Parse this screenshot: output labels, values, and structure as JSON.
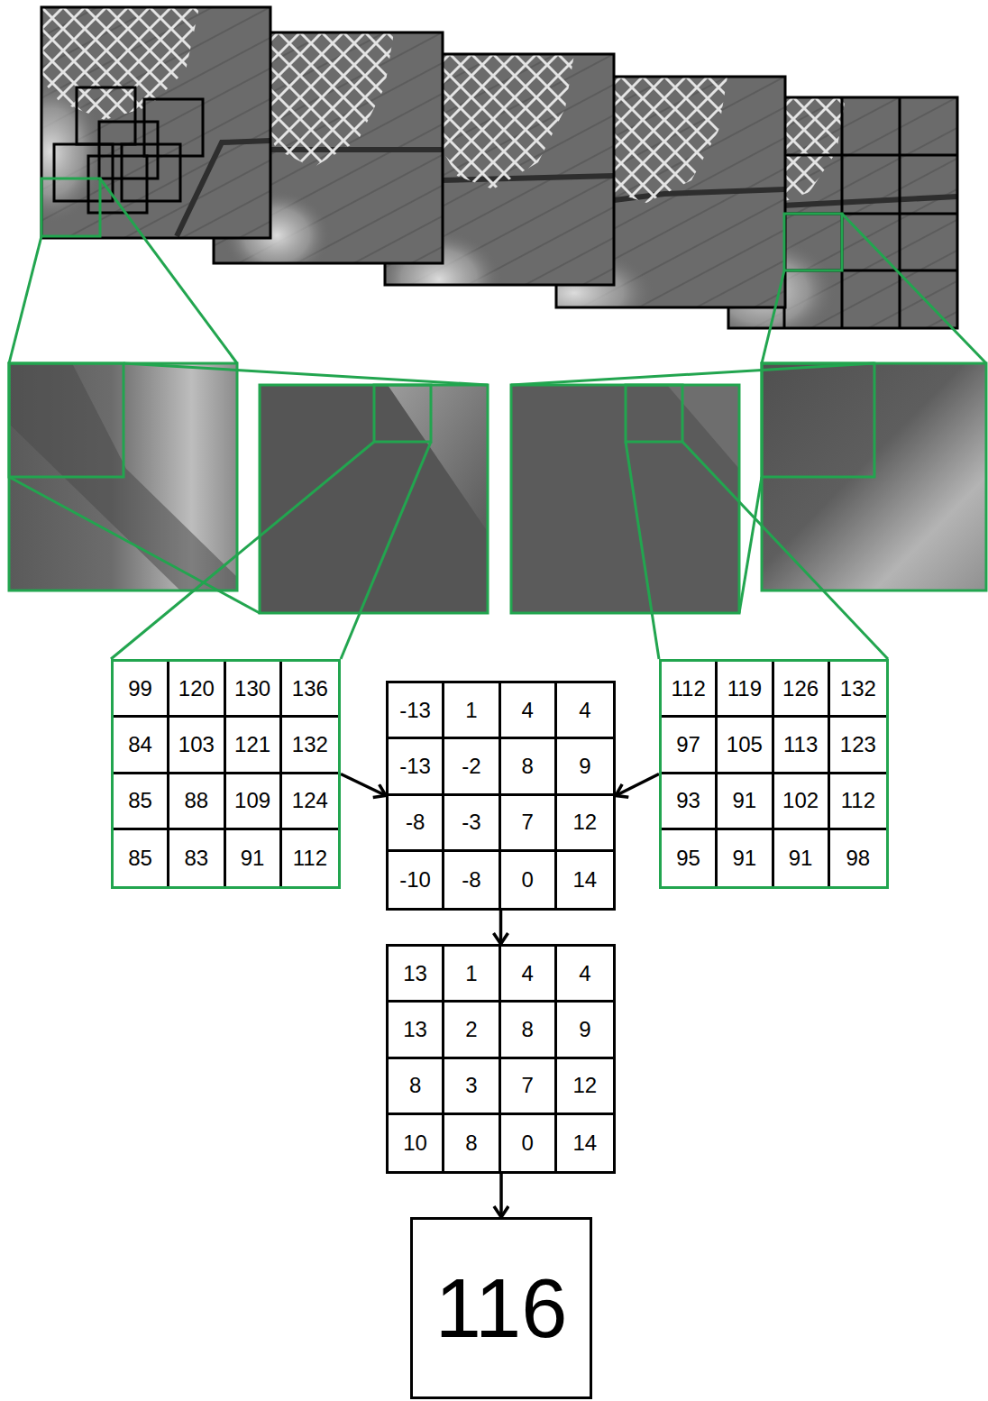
{
  "diagram": {
    "nodes": [
      {
        "text": [
          "99",
          "120",
          "130",
          "136",
          "84",
          "103",
          "121",
          "132",
          "85",
          "88",
          "109",
          "124",
          "85",
          "83",
          "91",
          "112"
        ]
      },
      {
        "text": [
          "-13",
          "1",
          "4",
          "4",
          "-13",
          "-2",
          "8",
          "9",
          "-8",
          "-3",
          "7",
          "12",
          "-10",
          "-8",
          "0",
          "14"
        ]
      },
      {
        "text": [
          "112",
          "119",
          "126",
          "132",
          "97",
          "105",
          "113",
          "123",
          "93",
          "91",
          "102",
          "112",
          "95",
          "91",
          "91",
          "98"
        ]
      },
      {
        "text": [
          "13",
          "1",
          "4",
          "4",
          "13",
          "2",
          "8",
          "9",
          "8",
          "3",
          "7",
          "12",
          "10",
          "8",
          "0",
          "14"
        ]
      },
      {
        "text": [
          "116"
        ]
      }
    ],
    "edges": [
      {
        "from": 0,
        "to": 1,
        "arrow": "to"
      },
      {
        "from": 2,
        "to": 1,
        "arrow": "to"
      },
      {
        "from": 1,
        "to": 3,
        "arrow": "to"
      },
      {
        "from": 3,
        "to": 4,
        "arrow": "to"
      }
    ]
  }
}
